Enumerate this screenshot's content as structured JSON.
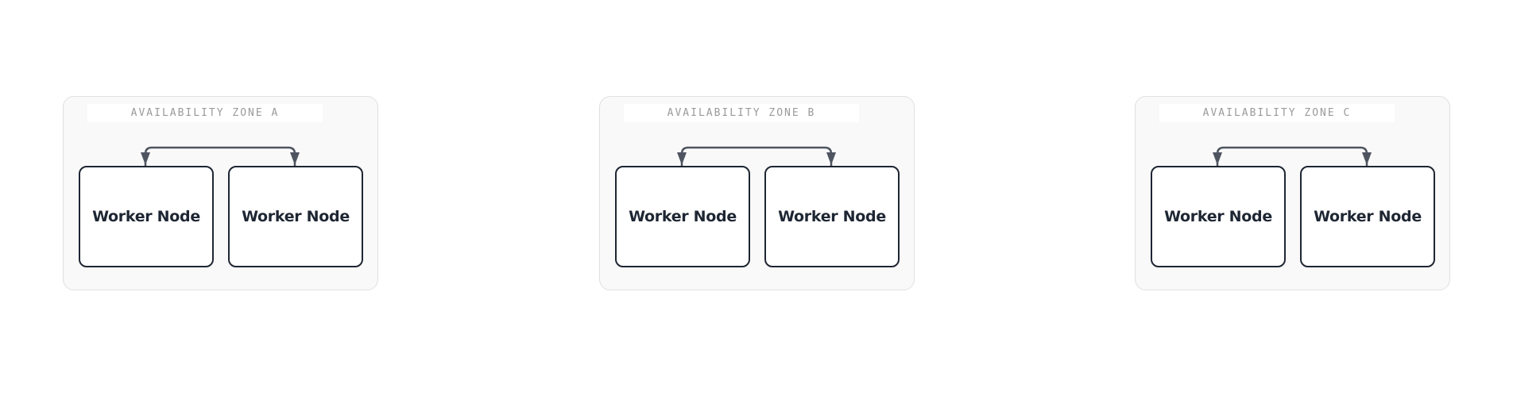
{
  "zones": [
    {
      "label": "AVAILABILITY ZONE A",
      "nodes": [
        {
          "label": "Worker Node"
        },
        {
          "label": "Worker Node"
        }
      ]
    },
    {
      "label": "AVAILABILITY ZONE B",
      "nodes": [
        {
          "label": "Worker Node"
        },
        {
          "label": "Worker Node"
        }
      ]
    },
    {
      "label": "AVAILABILITY ZONE C",
      "nodes": [
        {
          "label": "Worker Node"
        },
        {
          "label": "Worker Node"
        }
      ]
    }
  ],
  "colors": {
    "zone_background": "#f9f9f9",
    "zone_border": "#e0e0e0",
    "zone_label_text": "#9a9a9a",
    "node_border": "#1e2633",
    "node_text": "#1e2633",
    "connector": "#4f5560"
  }
}
